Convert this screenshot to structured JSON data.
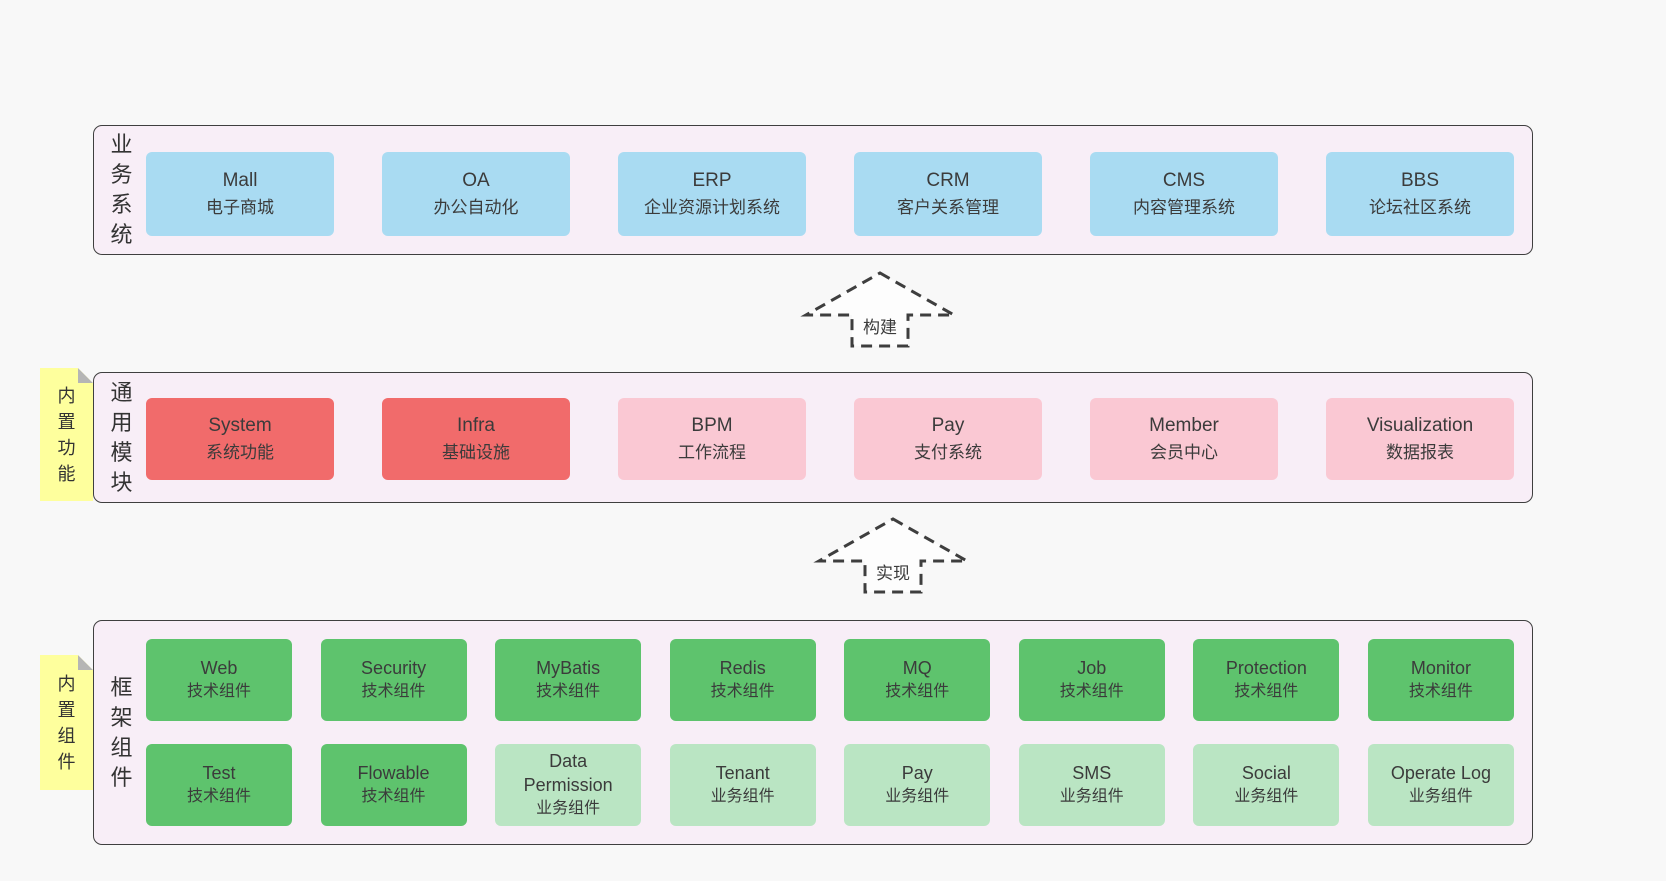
{
  "colors": {
    "page_bg": "#f8f8f8",
    "band_bg": "#f8eef7",
    "band_border": "#3f3f3f",
    "blue_box": "#a9dbf2",
    "red_box": "#f16b6b",
    "pink_box": "#fac8d3",
    "green_dark_box": "#5ec36d",
    "green_light_box": "#bae5c3",
    "note_yellow": "#feff9d",
    "note_fold_gray": "#b5b5b5",
    "text": "#3b3b3b"
  },
  "arrows": [
    {
      "label": "构建"
    },
    {
      "label": "实现"
    }
  ],
  "layers": {
    "business": {
      "label": "业务系统",
      "items": [
        {
          "title": "Mall",
          "sub": "电子商城"
        },
        {
          "title": "OA",
          "sub": "办公自动化"
        },
        {
          "title": "ERP",
          "sub": "企业资源计划系统"
        },
        {
          "title": "CRM",
          "sub": "客户关系管理"
        },
        {
          "title": "CMS",
          "sub": "内容管理系统"
        },
        {
          "title": "BBS",
          "sub": "论坛社区系统"
        }
      ]
    },
    "modules": {
      "label": "通用模块",
      "note": "内置功能",
      "items": [
        {
          "title": "System",
          "sub": "系统功能"
        },
        {
          "title": "Infra",
          "sub": "基础设施"
        },
        {
          "title": "BPM",
          "sub": "工作流程"
        },
        {
          "title": "Pay",
          "sub": "支付系统"
        },
        {
          "title": "Member",
          "sub": "会员中心"
        },
        {
          "title": "Visualization",
          "sub": "数据报表"
        }
      ]
    },
    "components": {
      "label": "框架组件",
      "note": "内置组件",
      "row1": [
        {
          "title": "Web",
          "sub": "技术组件"
        },
        {
          "title": "Security",
          "sub": "技术组件"
        },
        {
          "title": "MyBatis",
          "sub": "技术组件"
        },
        {
          "title": "Redis",
          "sub": "技术组件"
        },
        {
          "title": "MQ",
          "sub": "技术组件"
        },
        {
          "title": "Job",
          "sub": "技术组件"
        },
        {
          "title": "Protection",
          "sub": "技术组件"
        },
        {
          "title": "Monitor",
          "sub": "技术组件"
        }
      ],
      "row2": [
        {
          "title": "Test",
          "sub": "技术组件"
        },
        {
          "title": "Flowable",
          "sub": "技术组件"
        },
        {
          "title": "Data Permission",
          "sub": "业务组件"
        },
        {
          "title": "Tenant",
          "sub": "业务组件"
        },
        {
          "title": "Pay",
          "sub": "业务组件"
        },
        {
          "title": "SMS",
          "sub": "业务组件"
        },
        {
          "title": "Social",
          "sub": "业务组件"
        },
        {
          "title": "Operate Log",
          "sub": "业务组件"
        }
      ]
    }
  }
}
